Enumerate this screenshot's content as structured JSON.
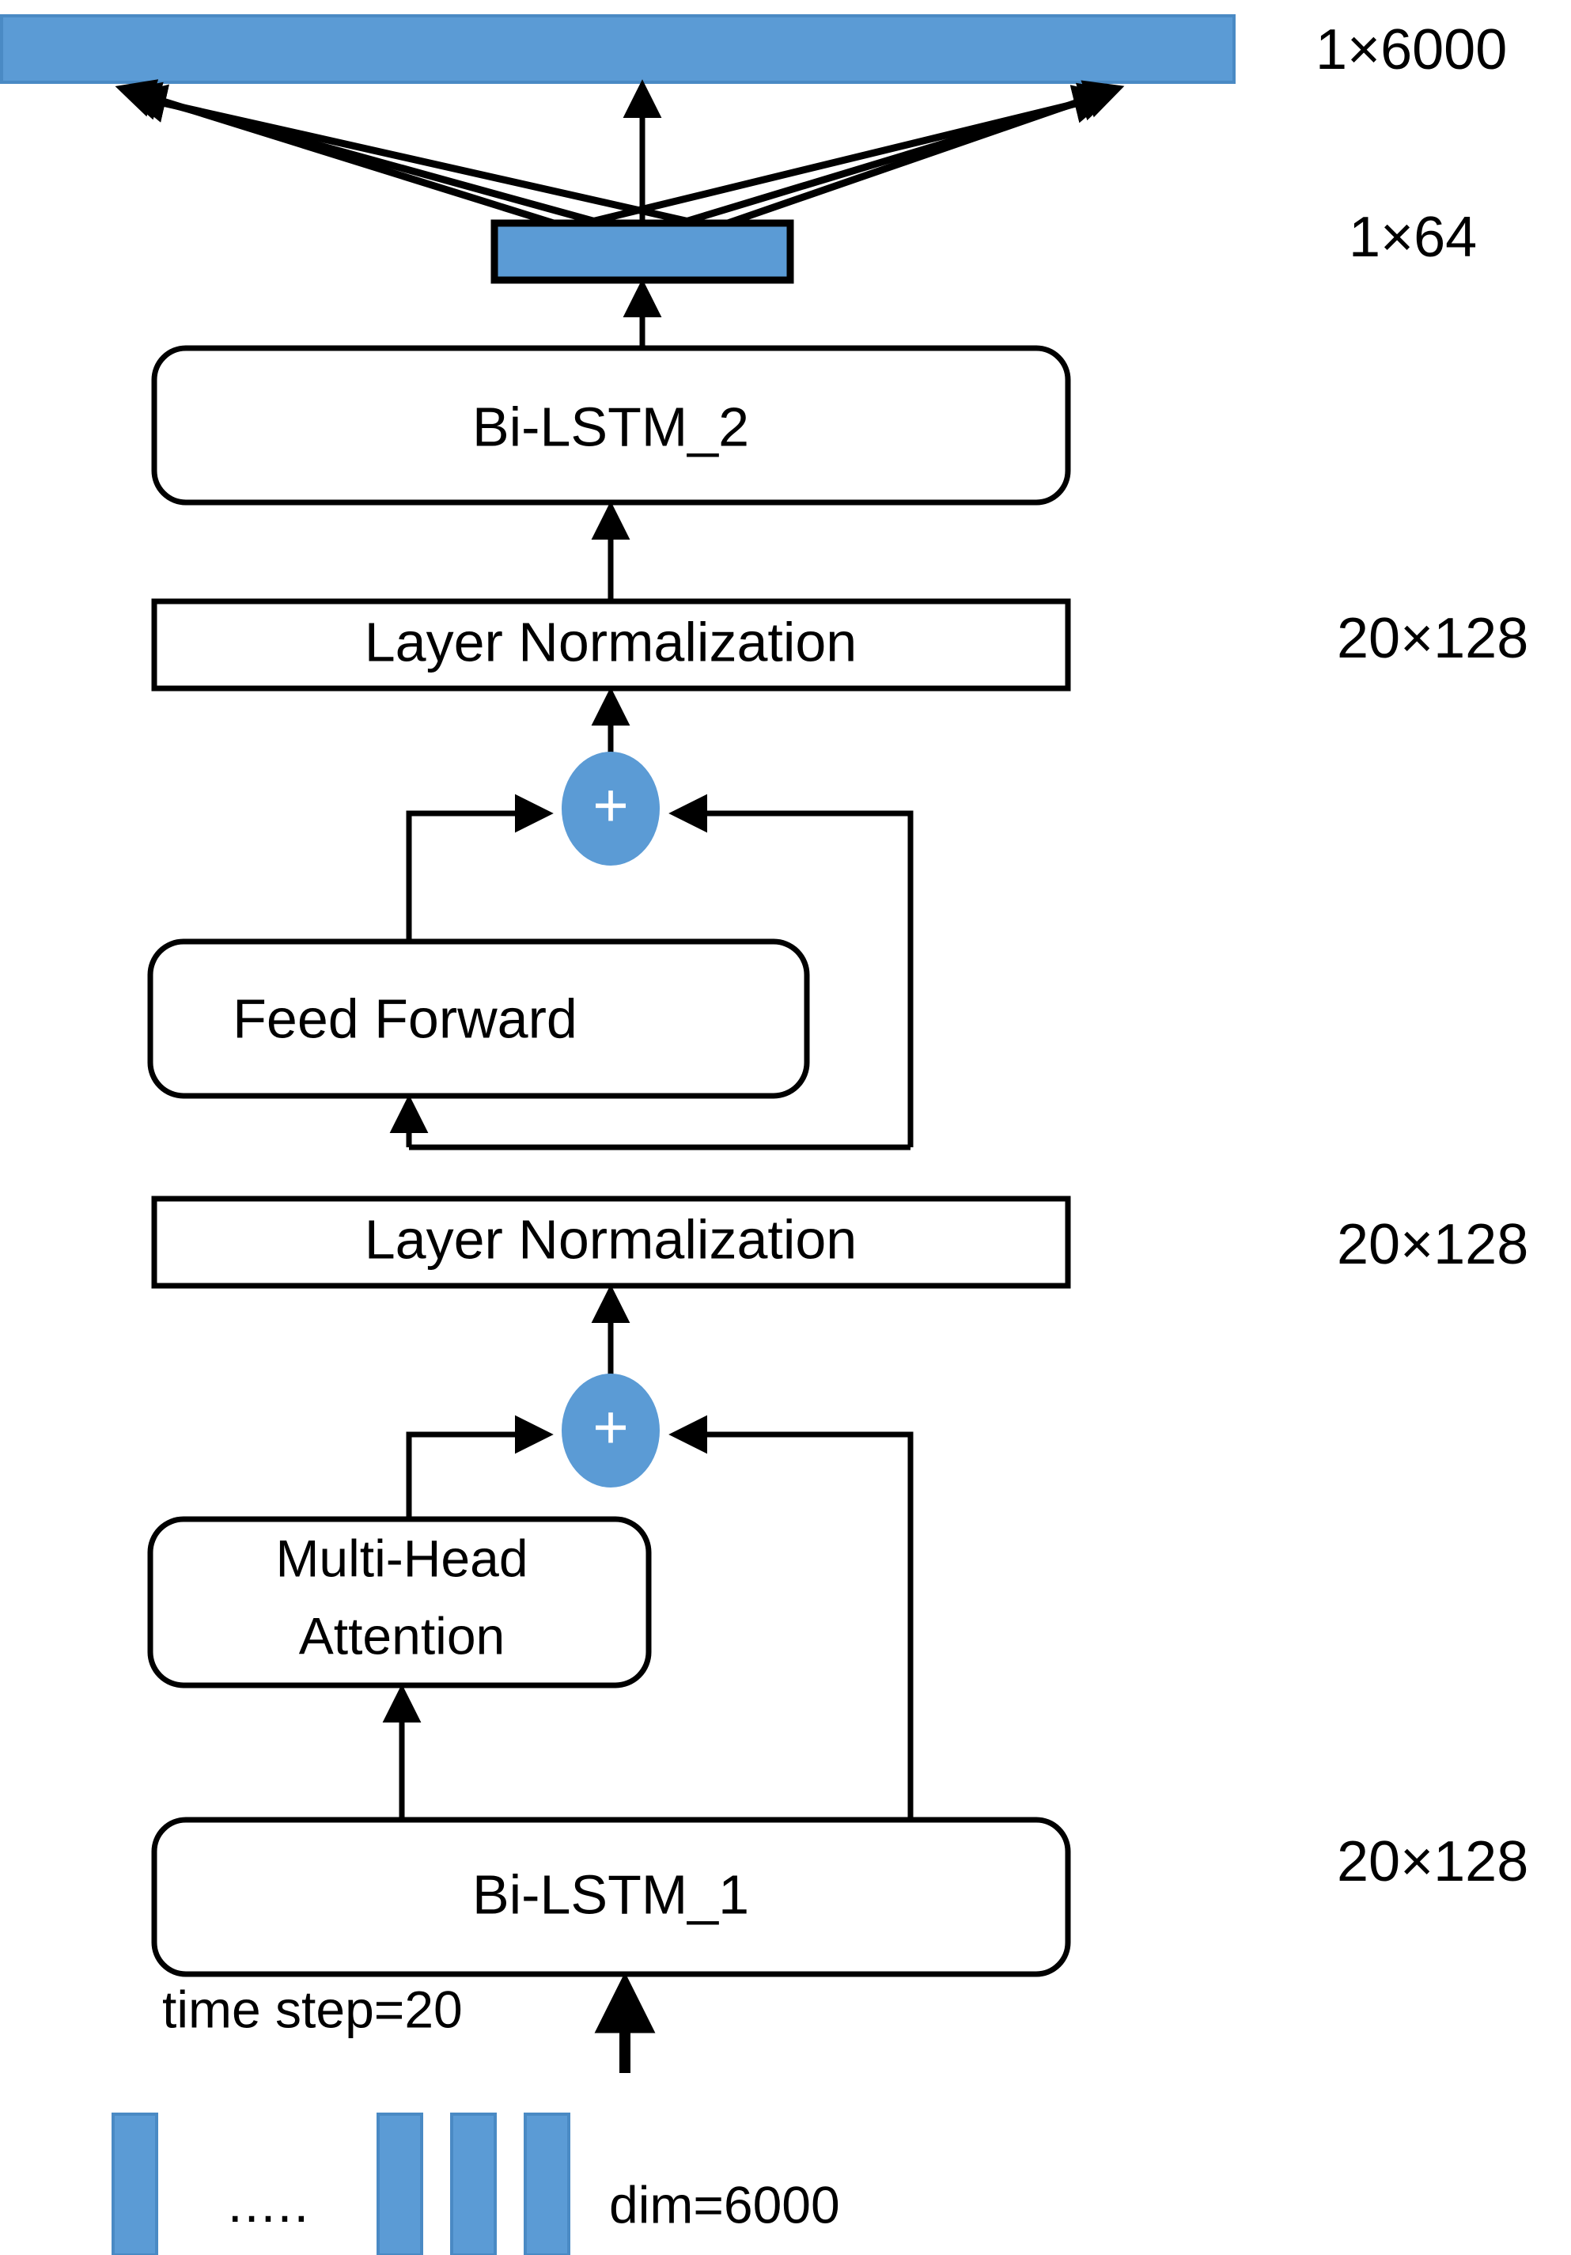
{
  "diagram": {
    "title": "Bi-LSTM with Multi-Head Attention architecture",
    "colors": {
      "accent_blue": "#5B9BD5",
      "outline_black": "#000000",
      "node_fill_white": "#FFFFFF"
    },
    "nodes": [
      {
        "id": "output-bar",
        "label": "",
        "shape": "filled-bar",
        "dim": "1×6000"
      },
      {
        "id": "embedding-box",
        "label": "",
        "shape": "filled-rect",
        "dim": "1×64"
      },
      {
        "id": "bilstm2",
        "label": "Bi-LSTM_2",
        "shape": "rounded-rect",
        "dim": ""
      },
      {
        "id": "layernorm2",
        "label": "Layer Normalization",
        "shape": "rect",
        "dim": "20×128"
      },
      {
        "id": "add2",
        "label": "+",
        "shape": "circle",
        "dim": ""
      },
      {
        "id": "feedforward",
        "label": "Feed Forward",
        "shape": "rounded-rect",
        "dim": ""
      },
      {
        "id": "layernorm1",
        "label": "Layer Normalization",
        "shape": "rect",
        "dim": "20×128"
      },
      {
        "id": "add1",
        "label": "+",
        "shape": "circle",
        "dim": ""
      },
      {
        "id": "multihead",
        "label": "Multi-Head",
        "label2": "Attention",
        "shape": "rounded-rect",
        "dim": ""
      },
      {
        "id": "bilstm1",
        "label": "Bi-LSTM_1",
        "shape": "rounded-rect",
        "dim": "20×128"
      }
    ],
    "dimension_labels": [
      {
        "id": "dim-output",
        "text": "1×6000"
      },
      {
        "id": "dim-embed",
        "text": "1×64"
      },
      {
        "id": "dim-ln2",
        "text": "20×128"
      },
      {
        "id": "dim-ln1",
        "text": "20×128"
      },
      {
        "id": "dim-bilstm1",
        "text": "20×128"
      }
    ],
    "input": {
      "time_step_label": "time step=20",
      "dim_label": "dim=6000",
      "ellipsis": ".....",
      "bar_count": 4
    },
    "operators": {
      "add_symbol": "+"
    },
    "node_labels": {
      "bilstm2": "Bi-LSTM_2",
      "layernorm_upper": "Layer Normalization",
      "feedforward": "Feed Forward",
      "layernorm_lower": "Layer Normalization",
      "multihead_line1": "Multi-Head",
      "multihead_line2": "Attention",
      "bilstm1": "Bi-LSTM_1"
    }
  }
}
